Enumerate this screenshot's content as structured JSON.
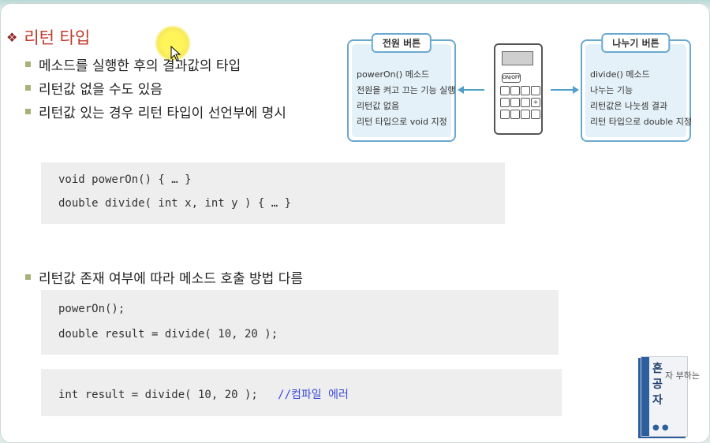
{
  "title": {
    "text": "리턴 타입"
  },
  "bullets": [
    "메소드를 실행한 후의 결과값의 타입",
    "리턴값 없을 수도 있음",
    "리턴값 있는 경우 리턴 타입이 선언부에 명시"
  ],
  "code1": {
    "lines": [
      "void powerOn() { … }",
      "double divide( int x, int y ) { … }"
    ]
  },
  "bullet2": "리턴값 존재 여부에 따라 메소드 호출 방법 다름",
  "code2": {
    "lines": [
      "powerOn();",
      "double result = divide( 10, 20 );"
    ]
  },
  "code3": {
    "code": "int result = divide( 10, 20 );",
    "comment": "//컴파일 에러"
  },
  "diagram": {
    "left_box": {
      "header": "전원 버튼",
      "lines": [
        "powerOn() 메소드",
        "전원을 켜고 끄는 기능 실행",
        "리턴값 없음",
        "리턴 타입으로 void 지정"
      ]
    },
    "right_box": {
      "header": "나누기 버튼",
      "lines": [
        "divide() 메소드",
        "나누는 기능",
        "리턴값은 나눗셈 결과",
        "리턴 타입으로 double 지정"
      ]
    },
    "calculator": {
      "onoff_label": "ON/OFF",
      "divide_key": "÷"
    }
  },
  "book": {
    "title_chars": [
      "혼",
      "공",
      "자"
    ],
    "subtitle": "자 부하는"
  },
  "colors": {
    "title": "#c0392b",
    "bullet_square": "#a6b27a",
    "code_bg": "#eeeeee",
    "comment": "#3b48d6",
    "diagram_border": "#6aa9cf"
  }
}
